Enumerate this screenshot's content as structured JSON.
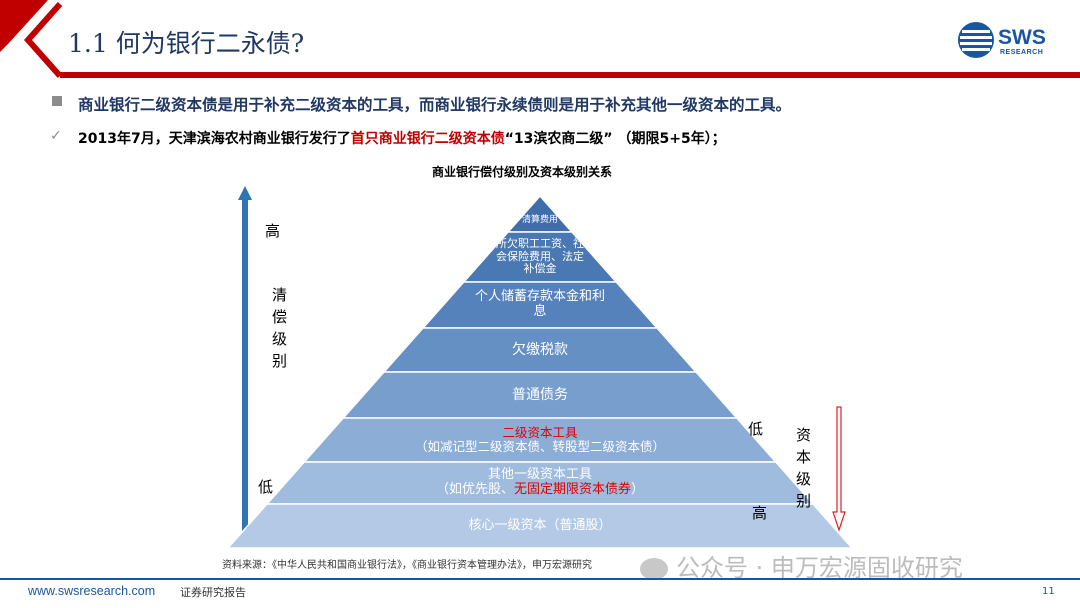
{
  "header": {
    "title": "1.1 何为银行二永债?",
    "logo_text": "SWS",
    "logo_sub": "RESEARCH",
    "accent": "#c00000",
    "brand": "#1a55a3"
  },
  "bullets": [
    {
      "text": "商业银行二级资本债是用于补充二级资本的工具，而商业银行永续债则是用于补充其他一级资本的工具。"
    },
    {
      "pre": "2013年7月，天津滨海农村商业银行发行了",
      "highlight": "首只商业银行二级资本债",
      "post": "“13滨农商二级” （期限5+5年）；"
    }
  ],
  "diagram": {
    "title": "商业银行偿付级别及资本级别关系",
    "left_axis": {
      "high": "高",
      "label": "清偿级别",
      "label_chars": [
        "清",
        "偿",
        "级",
        "别"
      ],
      "low": "低"
    },
    "right_axis": {
      "low": "低",
      "label": "资本级别",
      "label_chars": [
        "资",
        "本",
        "级",
        "别"
      ],
      "high": "高"
    },
    "tiers": [
      {
        "lines": [
          "清算费用"
        ]
      },
      {
        "lines": [
          "所欠职工工资、社",
          "会保险费用、法定",
          "补偿金"
        ]
      },
      {
        "lines": [
          "个人储蓄存款本金和利",
          "息"
        ]
      },
      {
        "lines": [
          "欠缴税款"
        ]
      },
      {
        "lines": [
          "普通债务"
        ]
      },
      {
        "lines": [
          "二级资本工具",
          "（如减记型二级资本债、转股型二级资本债）"
        ],
        "red_line": 0
      },
      {
        "lines": [
          "其他一级资本工具",
          "（如优先股、无固定期限资本债券）"
        ],
        "red_span": "无固定期限资本债券"
      },
      {
        "lines": [
          "核心一级资本（普通股）"
        ]
      }
    ],
    "tier_colors": [
      "#3f6eaa",
      "#4a78b3",
      "#5682bb",
      "#6590c4",
      "#789ecd",
      "#8cadd6",
      "#9fbbde",
      "#b3c9e6"
    ]
  },
  "source": "资料来源：《中华人民共和国商业银行法》，《商业银行资本管理办法》，申万宏源研究",
  "watermark": "公众号 · 申万宏源固收研究",
  "footer": {
    "url": "www.swsresearch.com",
    "report": "证券研究报告",
    "page": "11"
  }
}
